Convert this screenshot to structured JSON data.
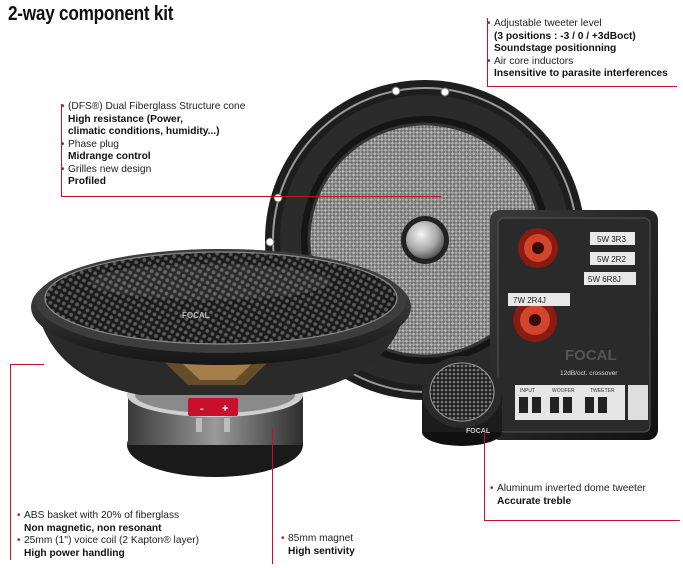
{
  "title": "2-way component kit",
  "callouts": {
    "tweeter_level": {
      "items": [
        {
          "head": "Adjustable tweeter level",
          "sub": "(3 positions : -3 / 0 / +3dBoct)",
          "sub2": "Soundstage positionning"
        },
        {
          "head": "Air core inductors",
          "sub": "Insensitive to parasite interferences"
        }
      ]
    },
    "cone": {
      "items": [
        {
          "head": "(DFS®) Dual Fiberglass Structure cone",
          "sub": "High resistance (Power,",
          "sub2": "climatic conditions, humidity...)"
        },
        {
          "head": "Phase plug",
          "sub": "Midrange control"
        },
        {
          "head": "Grilles new design",
          "sub": "Profiled"
        }
      ]
    },
    "dome": {
      "items": [
        {
          "head": "Aluminum inverted dome tweeter",
          "sub": "Accurate treble"
        }
      ]
    },
    "basket": {
      "items": [
        {
          "head": "ABS basket with 20% of fiberglass",
          "sub": "Non magnetic, non resonant"
        },
        {
          "head": "25mm (1'') voice coil (2 Kapton® layer)",
          "sub": "High power handling"
        }
      ]
    },
    "magnet": {
      "items": [
        {
          "head": "85mm magnet",
          "sub": "High sentivity"
        }
      ]
    }
  },
  "crossover": {
    "resistors": [
      "5W 3R3",
      "5W 2R2",
      "5W 6R8J",
      "7W 2R4J"
    ],
    "label": "12dB/oct. crossover",
    "brand": "FOCAL",
    "terminals": [
      "INPUT",
      "WOOFER",
      "TWEETER"
    ]
  },
  "woofer_brand": "FOCAL",
  "tweeter_brand": "FOCAL",
  "colors": {
    "accent": "#c8102e",
    "text": "#1a1a1a",
    "speaker_dark": "#2a2a2a"
  }
}
